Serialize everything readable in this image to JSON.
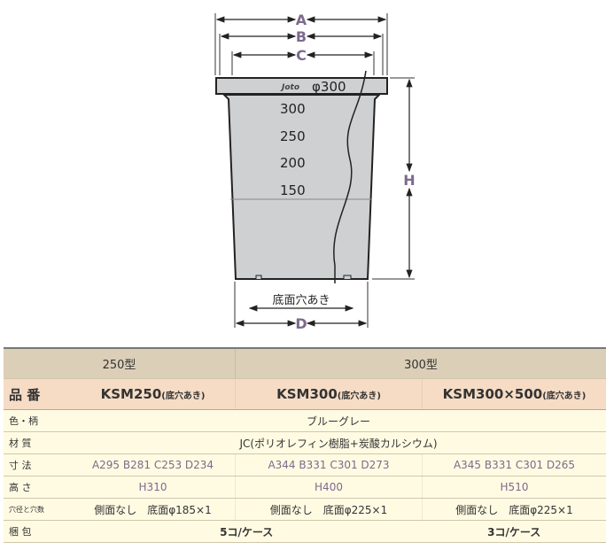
{
  "diagram": {
    "labels": {
      "a": "A",
      "b": "B",
      "c": "C",
      "d": "D",
      "h": "H"
    },
    "lid_brand": "Joto",
    "lid_size": "φ300",
    "marks": [
      "300",
      "250",
      "200",
      "150"
    ],
    "bottom_hole": "底面穴あき",
    "dim_color": "#7d6a8e"
  },
  "table": {
    "groups": [
      "250型",
      "300型"
    ],
    "product_label": "品 番",
    "products": [
      {
        "name": "KSM250",
        "suffix": "(底穴あき)"
      },
      {
        "name": "KSM300",
        "suffix": "(底穴あき)"
      },
      {
        "name": "KSM300×500",
        "suffix": "(底穴あき)"
      }
    ],
    "rows": {
      "color": {
        "label": "色・柄",
        "value": "ブルーグレー"
      },
      "material": {
        "label": "材 質",
        "value": "JC(ポリオレフィン樹脂+炭酸カルシウム)"
      },
      "size": {
        "label": "寸 法",
        "values": [
          "A295 B281 C253 D234",
          "A344 B331 C301 D273",
          "A345 B331 C301 D265"
        ]
      },
      "height": {
        "label": "高 さ",
        "values": [
          "H310",
          "H400",
          "H510"
        ]
      },
      "holes": {
        "label": "穴径と穴数",
        "values": [
          "側面なし　底面φ185×1",
          "側面なし　底面φ225×1",
          "側面なし　底面φ225×1"
        ]
      },
      "pack": {
        "label": "梱 包",
        "values": [
          "5コ/ケース",
          "3コ/ケース"
        ]
      }
    }
  }
}
